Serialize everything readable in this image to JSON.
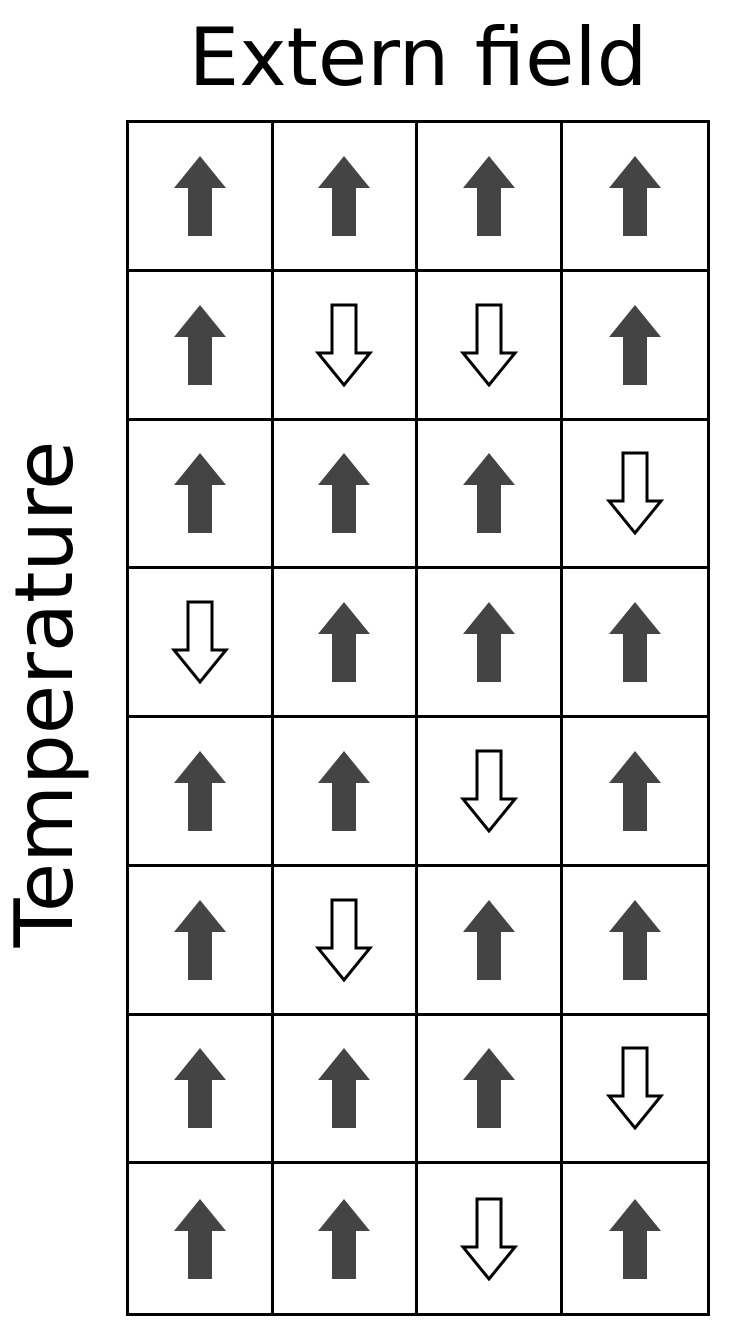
{
  "diagram": {
    "title": "Extern field",
    "side_label": "Temperature",
    "columns": 4,
    "colors": {
      "up_arrow_fill": "#444444",
      "down_arrow_fill": "#ffffff",
      "down_arrow_stroke": "#000000",
      "grid_line": "#000000"
    },
    "spins": [
      [
        "up",
        "up",
        "up",
        "up"
      ],
      [
        "up",
        "down",
        "down",
        "up"
      ],
      [
        "up",
        "up",
        "up",
        "down"
      ],
      [
        "down",
        "up",
        "up",
        "up"
      ],
      [
        "up",
        "up",
        "down",
        "up"
      ],
      [
        "up",
        "down",
        "up",
        "up"
      ],
      [
        "up",
        "up",
        "up",
        "down"
      ],
      [
        "up",
        "up",
        "down",
        "up"
      ]
    ]
  }
}
